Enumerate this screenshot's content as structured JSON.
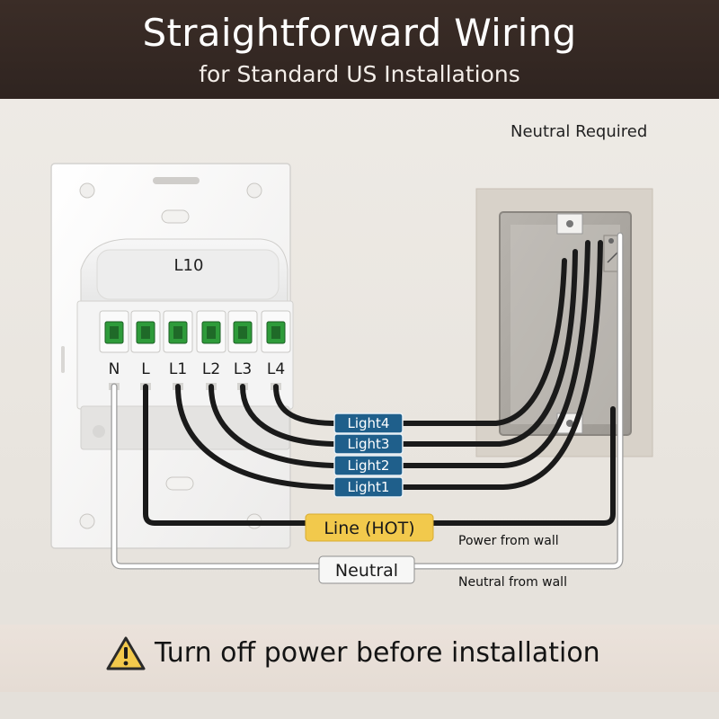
{
  "header": {
    "title": "Straightforward Wiring",
    "subtitle": "for Standard US Installations"
  },
  "labels": {
    "neutral_required": "Neutral Required",
    "module_model": "L10",
    "terminals": [
      "N",
      "L",
      "L1",
      "L2",
      "L3",
      "L4"
    ],
    "tags": {
      "light4": "Light4",
      "light3": "Light3",
      "light2": "Light2",
      "light1": "Light1",
      "line": "Line (HOT)",
      "neutral": "Neutral"
    },
    "notes": {
      "power_from_wall": "Power from wall",
      "neutral_from_wall": "Neutral from wall"
    }
  },
  "footer": {
    "warning": "Turn off power before installation",
    "icon": "warning-triangle-icon"
  },
  "colors": {
    "header_bg": "#33271f",
    "tag_blue": "#1f5f8b",
    "tag_yellow": "#f2c94c",
    "terminal_green": "#2e9b3a",
    "wire_black": "#1a1a1a",
    "wire_white": "#ffffff"
  }
}
